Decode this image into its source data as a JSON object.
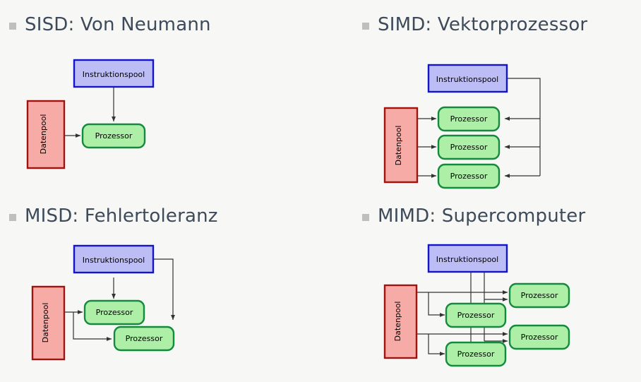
{
  "slide": {
    "background_color": "#F7F7F5",
    "bullet_color": "#BFBFBF",
    "heading_color": "#3C4A5A"
  },
  "palette": {
    "instruction_fill": "#BDBDF5",
    "instruction_stroke": "#1414C8",
    "processor_fill": "#AEEFA8",
    "processor_stroke": "#138A3C",
    "data_fill": "#F7ABA7",
    "data_stroke": "#A01410",
    "arrow_color": "#333333"
  },
  "labels": {
    "instruction_pool": "Instruktionspool",
    "processor": "Prozessor",
    "data_pool": "Datenpool"
  },
  "quadrants": [
    {
      "id": "sisd",
      "heading": "SISD: Von Neumann",
      "instruction_pools": 1,
      "processors": 1,
      "data_pools": 1
    },
    {
      "id": "simd",
      "heading": "SIMD: Vektorprozessor",
      "instruction_pools": 1,
      "processors": 3,
      "data_pools": 1
    },
    {
      "id": "misd",
      "heading": "MISD: Fehlertoleranz",
      "instruction_pools": 1,
      "processors": 2,
      "data_pools": 1
    },
    {
      "id": "mimd",
      "heading": "MIMD: Supercomputer",
      "instruction_pools": 1,
      "processors": 4,
      "data_pools": 1
    }
  ]
}
